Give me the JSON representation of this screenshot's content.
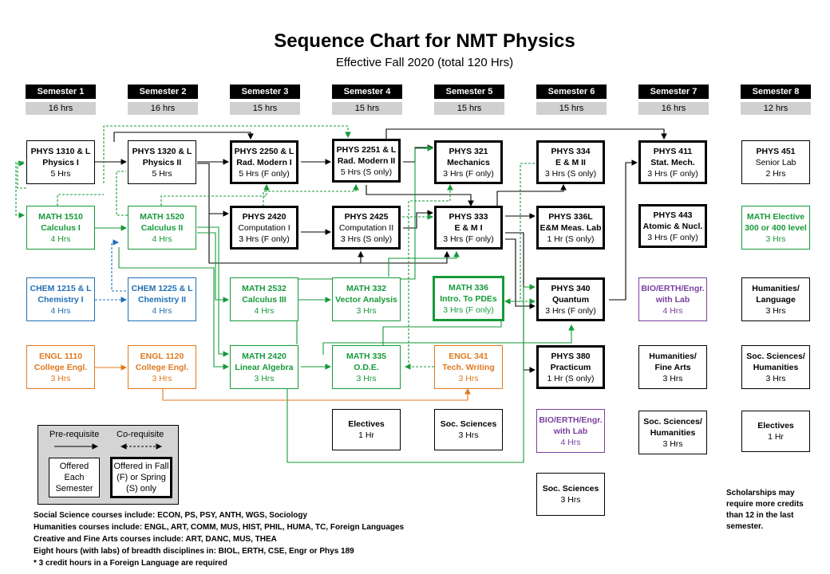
{
  "title": "Sequence Chart for NMT Physics",
  "subtitle": "Effective Fall 2020 (total 120 Hrs)",
  "semesters": [
    {
      "label": "Semester 1",
      "hours": "16 hrs"
    },
    {
      "label": "Semester 2",
      "hours": "16 hrs"
    },
    {
      "label": "Semester 3",
      "hours": "15 hrs"
    },
    {
      "label": "Semester 4",
      "hours": "15 hrs"
    },
    {
      "label": "Semester 5",
      "hours": "15 hrs"
    },
    {
      "label": "Semester 6",
      "hours": "15 hrs"
    },
    {
      "label": "Semester 7",
      "hours": "16 hrs"
    },
    {
      "label": "Semester 8",
      "hours": "12 hrs"
    }
  ],
  "courses": {
    "phys1310": {
      "l1": "PHYS 1310 & L",
      "l2": "Physics I",
      "l3": "5 Hrs"
    },
    "phys1320": {
      "l1": "PHYS 1320 & L",
      "l2": "Physics II",
      "l3": "5 Hrs"
    },
    "phys2250": {
      "l1": "PHYS 2250 & L",
      "l2": "Rad. Modern  I",
      "l3": "5 Hrs (F only)"
    },
    "phys2251": {
      "l1": "PHYS 2251 & L",
      "l2": "Rad. Modern II",
      "l3": "5 Hrs (S only)"
    },
    "phys321": {
      "l1": "PHYS 321",
      "l2": "Mechanics",
      "l3": "3 Hrs (F only)"
    },
    "phys334": {
      "l1": "PHYS 334",
      "l2": "E & M II",
      "l3": "3 Hrs (S only)"
    },
    "phys411": {
      "l1": "PHYS 411",
      "l2": "Stat. Mech.",
      "l3": "3 Hrs (F only)"
    },
    "phys451": {
      "l1": "PHYS 451",
      "l2": "Senior Lab",
      "l3": "2 Hrs"
    },
    "math1510": {
      "l1": "MATH 1510",
      "l2": "Calculus I",
      "l3": "4 Hrs"
    },
    "math1520": {
      "l1": "MATH 1520",
      "l2": "Calculus II",
      "l3": "4 Hrs"
    },
    "phys2420": {
      "l1": "PHYS 2420",
      "l2": "Computation  I",
      "l3": "3 Hrs (F only)"
    },
    "phys2425": {
      "l1": "PHYS 2425",
      "l2": "Computation  II",
      "l3": "3 Hrs (S only)"
    },
    "phys333": {
      "l1": "PHYS 333",
      "l2": "E & M I",
      "l3": "3 Hrs (F only)"
    },
    "phys336l": {
      "l1": "PHYS 336L",
      "l2": "E&M Meas. Lab",
      "l3": "1 Hr (S only)"
    },
    "phys443": {
      "l1": "PHYS 443",
      "l2": "Atomic & Nucl.",
      "l3": "3 Hrs (F only)"
    },
    "mathelective": {
      "l1": "MATH Elective",
      "l2": "300 or 400 level",
      "l3": "3 Hrs"
    },
    "chem1215": {
      "l1": "CHEM 1215 & L",
      "l2": "Chemistry I",
      "l3": "4 Hrs"
    },
    "chem1225": {
      "l1": "CHEM 1225 & L",
      "l2": "Chemistry II",
      "l3": "4 Hrs"
    },
    "math2532": {
      "l1": "MATH 2532",
      "l2": "Calculus III",
      "l3": "4 Hrs"
    },
    "math332": {
      "l1": "MATH 332",
      "l2": "Vector Analysis",
      "l3": "3 Hrs"
    },
    "math336": {
      "l1": "MATH 336",
      "l2": "Intro. To PDEs",
      "l3": "3 Hrs (F only)"
    },
    "phys340": {
      "l1": "PHYS 340",
      "l2": "Quantum",
      "l3": "3 Hrs (F only)"
    },
    "bio7": {
      "l1": "BIO/ERTH/Engr.",
      "l2": "with Lab",
      "l3": "4 Hrs"
    },
    "hum8": {
      "l1": "Humanities/",
      "l2": "Language",
      "l3": "3 Hrs"
    },
    "engl1110": {
      "l1": "ENGL 1110",
      "l2": "College Engl.",
      "l3": "3 Hrs"
    },
    "engl1120": {
      "l1": "ENGL 1120",
      "l2": "College Engl.",
      "l3": "3 Hrs"
    },
    "math2420": {
      "l1": "MATH 2420",
      "l2": "Linear Algebra",
      "l3": "3 Hrs"
    },
    "math335": {
      "l1": "MATH 335",
      "l2": "O.D.E.",
      "l3": "3 Hrs"
    },
    "engl341": {
      "l1": "ENGL 341",
      "l2": "Tech. Writing",
      "l3": "3 Hrs"
    },
    "phys380": {
      "l1": "PHYS 380",
      "l2": "Practicum",
      "l3": "1 Hr (S only)"
    },
    "humfa7": {
      "l1": "Humanities/",
      "l2": "Fine Arts",
      "l3": "3 Hrs"
    },
    "socsci8": {
      "l1": "Soc. Sciences/",
      "l2": "Humanities",
      "l3": "3 Hrs"
    },
    "electives4": {
      "l1": "Electives",
      "l2": "1 Hr"
    },
    "socsci5": {
      "l1": "Soc. Sciences",
      "l2": "3 Hrs"
    },
    "bio6": {
      "l1": "BIO/ERTH/Engr.",
      "l2": "with Lab",
      "l3": "4 Hrs"
    },
    "socsci7": {
      "l1": "Soc. Sciences/",
      "l2": "Humanities",
      "l3": "3 Hrs"
    },
    "electives8": {
      "l1": "Electives",
      "l2": "1 Hr"
    },
    "socsci6": {
      "l1": "Soc. Sciences",
      "l2": "3 Hrs"
    }
  },
  "legend": {
    "prereq": "Pre-requisite",
    "coreq": "Co-requisite",
    "offered_each": "Offered Each Semester",
    "offered_fs": "Offered in Fall (F) or Spring (S) only"
  },
  "notes": [
    "Social Science courses include:  ECON, PS, PSY, ANTH, WGS, Sociology",
    "Humanities courses include: ENGL, ART, COMM,  MUS, HIST, PHIL, HUMA, TC,  Foreign Languages",
    "Creative and Fine Arts courses include:  ART, DANC, MUS, THEA",
    "Eight hours (with labs) of breadth disciplines in: BIOL, ERTH, CSE, Engr or Phys 189",
    "* 3 credit hours in a Foreign Language are required"
  ],
  "scholarship_note": "Scholarships may require more credits than 12 in the last semester.",
  "colors": {
    "math": "#169a39",
    "chem": "#1f6fb5",
    "engl": "#e07a1f",
    "breadth": "#7b3fa0",
    "header": "#000000",
    "hours_bg": "#d0d0d0"
  }
}
